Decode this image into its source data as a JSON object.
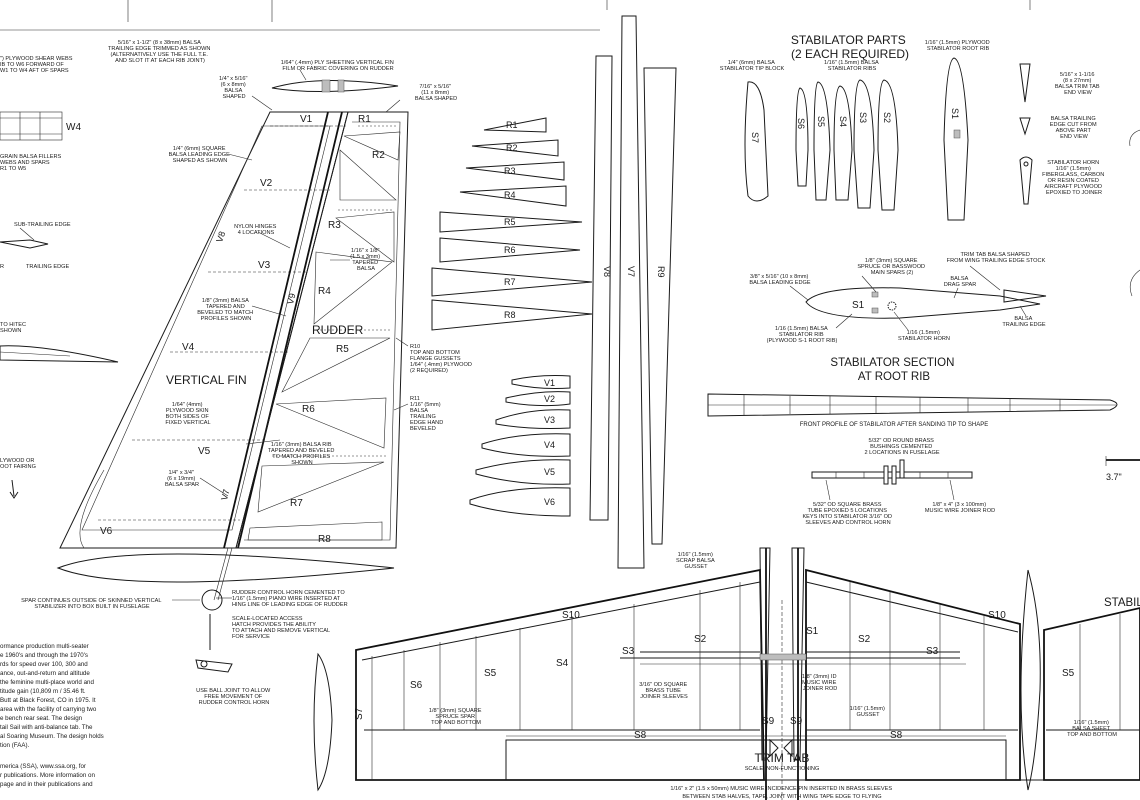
{
  "notes": {
    "trailing_edge_strip": [
      "5/16\" x 1-1/2\" (8 x 38mm) BALSA",
      "TRAILING EDGE TRIMMED AS SHOWN",
      "(ALTERNATIVELY USE THE FULL T.E.",
      "AND SLOT IT AT EACH RIB JOINT)"
    ],
    "plywood_webs": [
      "\") PLYWOOD SHEAR WEBS",
      "IB TO W6 FORWARD OF",
      "W1 TO W4 AFT OF SPARS"
    ],
    "grain_fillers": [
      "GRAIN BALSA FILLERS",
      "WEBS AND SPARS",
      "R1 TO W5"
    ],
    "sheeting": [
      "1/64\" (.4mm) PLY SHEETING VERTICAL FIN",
      "FILM OR FABRIC COVERING ON RUDDER"
    ],
    "fin_tip": [
      "1/4\" x 5/16\"",
      "(6 x 8mm)",
      "BALSA",
      "SHAPED"
    ],
    "rudder_tip": [
      "7/16\" x 5/16\"",
      "(11 x 8mm)",
      "BALSA SHAPED"
    ],
    "fin_le": [
      "1/4\" (6mm) SQUARE",
      "BALSA LEADING EDGE",
      "SHAPED AS SHOWN"
    ],
    "hinges": [
      "NYLON HINGES",
      "4 LOCATIONS"
    ],
    "tapered_balsa": [
      "1/16\" x 1/8\"",
      "(1.5 x 3mm)",
      "TAPERED",
      "BALSA"
    ],
    "fin_ribs": [
      "1/8\" (3mm) BALSA",
      "TAPERED AND",
      "BEVELED TO MATCH",
      "PROFILES SHOWN"
    ],
    "gussets": [
      "R10",
      "TOP AND BOTTOM",
      "FLANGE GUSSETS",
      "1/64\" (.4mm) PLYWOOD",
      "(2 REQUIRED)"
    ],
    "rudder_te": [
      "R11",
      "1/16\" (5mm)",
      "BALSA",
      "TRAILING",
      "EDGE HAND",
      "BEVELED"
    ],
    "fin_skin": [
      "1/64\" (4mm)",
      "PLYWOOD SKIN",
      "BOTH SIDES OF",
      "FIXED VERTICAL"
    ],
    "rudder_rib": [
      "1/16\" (3mm) BALSA RIB",
      "TAPERED AND BEVELED",
      "TO MATCH PROFILES",
      "SHOWN"
    ],
    "fin_spar": [
      "1/4\" x 3/4\"",
      "(6 x 19mm)",
      "BALSA SPAR"
    ],
    "spar_note": [
      "SPAR CONTINUES OUTSIDE OF SKINNED VERTICAL",
      "STABILIZER INTO BOX BUILT IN FUSELAGE"
    ],
    "control_horn": [
      "RUDDER CONTROL HORN CEMENTED TO",
      "1/16\" (1.5mm) PIANO WIRE INSERTED AT",
      "HING LINE OF LEADING EDGE OF RUDDER"
    ],
    "hatch": [
      "SCALE-LOCATED ACCESS",
      "HATCH PROVIDES THE ABILITY",
      "TO ATTACH AND REMOVE VERTICAL",
      "FOR SERVICE"
    ],
    "ball_joint": [
      "USE BALL JOINT TO ALLOW",
      "FREE MOVEMENT OF",
      "RUDDER CONTROL HORN"
    ],
    "left_fragments": [
      "SUB-TRAILING EDGE",
      "TRAILING EDGE",
      "R",
      "TO HITEC",
      "SHOWN",
      "LYWOOD OR",
      "OOT FAIRING"
    ],
    "history": [
      "ormance production multi-seater",
      "e 1960's and through the 1970's",
      "rds for speed over 100, 300 and",
      "ance, out-and-return and altitude",
      "the feminine multi-place world and",
      "titude gain (10,809 m / 35.46 ft.",
      "Butt at Black Forest, CO in 1975. It",
      "area with the facility of carrying two",
      "e bench rear seat. The design",
      "tail Sail with anti-balance tab. The",
      "al Soaring Museum. The design holds",
      "tion (FAA).",
      "",
      "merica (SSA), www.ssa.org, for",
      "r publications. More information on",
      "page and in their publications and"
    ],
    "stab_parts_title": [
      "STABILATOR PARTS",
      "(2 EACH REQUIRED)"
    ],
    "stab_tip_block": [
      "1/4\" (6mm) BALSA",
      "STABILATOR TIP BLOCK"
    ],
    "stab_ribs": [
      "1/16\" (1.5mm) BALSA",
      "STABILATOR RIBS"
    ],
    "stab_root_rib": [
      "1/16\" (1.5mm) PLYWOOD",
      "STABILATOR ROOT RIB"
    ],
    "trim_tab_end": [
      "5/16\" x 1-1/16",
      "(8 x 27mm)",
      "BALSA TRIM TAB",
      "END VIEW"
    ],
    "stab_te_end": [
      "BALSA TRAILING",
      "EDGE CUT FROM",
      "ABOVE PART",
      "END VIEW"
    ],
    "stab_horn": [
      "STABILATOR HORN",
      "1/16\" (1.5mm)",
      "FIBERGLASS, CARBON",
      "OR RESIN COATED",
      "AIRCRAFT PLYWOOD",
      "EPOXIED TO JOINER"
    ],
    "stab_spars": [
      "1/8\" (3mm) SQUARE",
      "SPRUCE OR BASSWOOD",
      "MAIN SPARS (2)"
    ],
    "trim_tab_stock": [
      "TRIM TAB BALSA SHAPED",
      "FROM WING TRAILING EDGE STOCK"
    ],
    "drag_spar": [
      "BALSA",
      "DRAG SPAR"
    ],
    "stab_le": [
      "3/8\" x 5/16\" (10 x 8mm)",
      "BALSA LEADING EDGE"
    ],
    "stab_te": [
      "BALSA",
      "TRAILING EDGE"
    ],
    "stab_rib_note": [
      "1/16 (1.5mm) BALSA",
      "STABILATOR RIB",
      "(PLYWOOD S-1 ROOT RIB)"
    ],
    "stab_horn_short": [
      "1/16 (1.5mm)",
      "STABILATOR HORN"
    ],
    "stab_section_title": [
      "STABILATOR SECTION",
      "AT ROOT RIB"
    ],
    "front_profile": "FRONT PROFILE OF STABILATOR AFTER SANDING TIP TO SHAPE",
    "bushings": [
      "5/32\" OD ROUND BRASS",
      "BUSHINGS CEMENTED",
      "2 LOCATIONS IN FUSELAGE"
    ],
    "brass_tube": [
      "5/32\" OD SQUARE BRASS",
      "TUBE EPOXIED 5 LOCATIONS",
      "KEYS INTO STABILATOR 3/16\" OD",
      "SLEEVES AND CONTROL HORN"
    ],
    "joiner_rod": [
      "1/8\" x 4\" (3 x 100mm)",
      "MUSIC WIRE JOINER ROD"
    ],
    "dimension": "3.7\"",
    "scrap_gusset": [
      "1/16\" (1.5mm)",
      "SCRAP BALSA",
      "GUSSET"
    ],
    "spruce_spar": [
      "1/8\" (3mm) SQUARE",
      "SPRUCE SPAR",
      "TOP AND BOTTOM"
    ],
    "joiner_sleeves": [
      "3/16\" OD SQUARE",
      "BRASS TUBE",
      "JOINER SLEEVES"
    ],
    "music_wire": [
      "1/8\" (3mm) ID",
      "MUSIC WIRE",
      "JOINER ROD"
    ],
    "gusset": [
      "1/16\" (1.5mm)",
      "GUSSET"
    ],
    "balsa_sheet": [
      "1/16\" (1.5mm)",
      "BALSA SHEET",
      "TOP AND BOTTOM"
    ],
    "trim_tab": [
      "TRIM TAB",
      "SCALE, NON-FUNCTIONING"
    ],
    "incidence_pin": [
      "1/16\" x 2\" (1.5 x 50mm) MUSIC WIRE INCIDENCE PIN INSERTED IN BRASS SLEEVES",
      "BETWEEN STAB HALVES, TAPE, JOINT WITH WING TAPE EDGE TO FLYING"
    ]
  },
  "labels": {
    "vertical_fin": "VERTICAL FIN",
    "rudder": "RUDDER",
    "stabilator": "STABIL",
    "w4": "W4",
    "fin_stations": [
      "V1",
      "V2",
      "V3",
      "V4",
      "V5",
      "V6",
      "V8",
      "V9",
      "V7"
    ],
    "rudder_ribs": [
      "R1",
      "R2",
      "R3",
      "R4",
      "R5",
      "R6",
      "R7",
      "R8",
      "R9"
    ],
    "rib_templates": [
      "R1",
      "R2",
      "R3",
      "R4",
      "R5",
      "R6",
      "R7",
      "R8"
    ],
    "fin_templates": [
      "V1",
      "V2",
      "V3",
      "V4",
      "V5",
      "V6"
    ],
    "strips": [
      "V8",
      "V7",
      "R9"
    ],
    "stab_part_labels": [
      "S7",
      "S6",
      "S5",
      "S4",
      "S3",
      "S2",
      "S1"
    ],
    "section_rib": "S1",
    "stab_plan": [
      "S10",
      "S2",
      "S3",
      "S4",
      "S5",
      "S6",
      "S7",
      "S8",
      "S9",
      "S1",
      "S10",
      "S2",
      "S3",
      "S8",
      "S9",
      "S5"
    ]
  }
}
